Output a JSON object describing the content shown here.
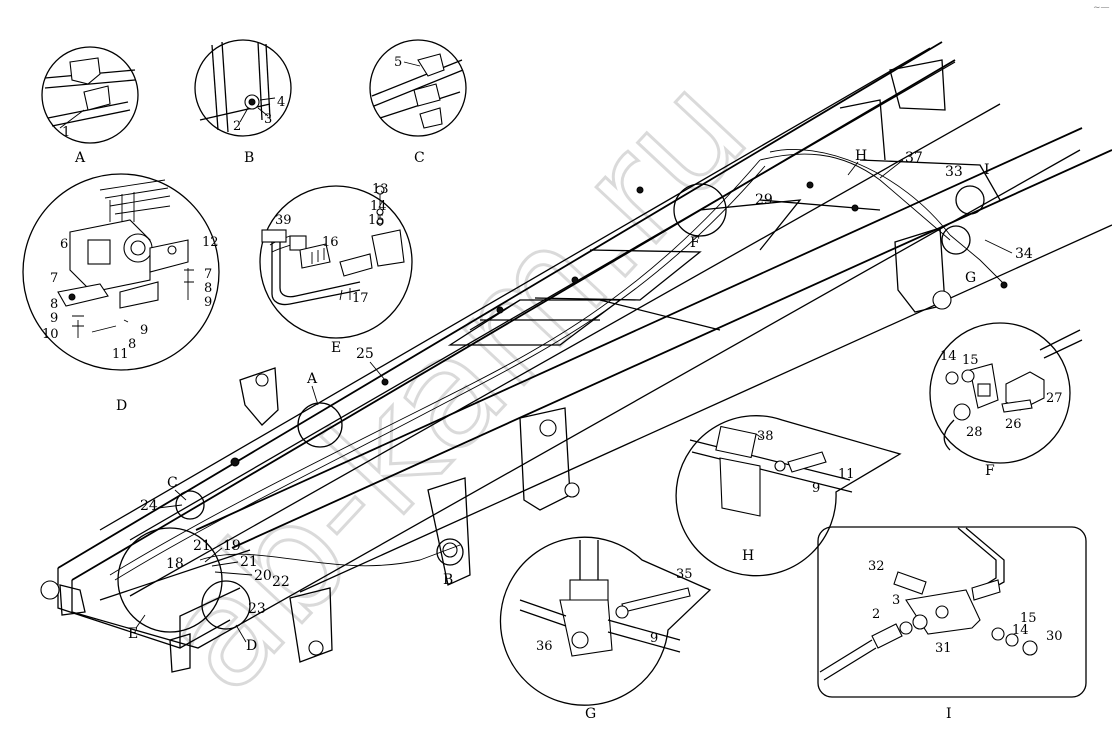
{
  "watermark": "ab-kam.ru",
  "corner_mark": "~—",
  "detail_titles": {
    "A": "A",
    "B": "B",
    "C": "C",
    "D": "D",
    "E": "E",
    "F": "F",
    "G": "G",
    "H": "H",
    "I": "I"
  },
  "main_callouts": {
    "A": "A",
    "B": "B",
    "C": "C",
    "D": "D",
    "E": "E",
    "F": "F",
    "G": "G",
    "H": "H",
    "I": "I",
    "n18": "18",
    "n19": "19",
    "n20": "20",
    "n21a": "21",
    "n21b": "21",
    "n22": "22",
    "n23": "23",
    "n24": "24",
    "n25": "25",
    "n29": "29",
    "n33": "33",
    "n34": "34",
    "n37": "37"
  },
  "detail_A": {
    "n1": "1"
  },
  "detail_B": {
    "n2": "2",
    "n3": "3",
    "n4": "4"
  },
  "detail_C": {
    "n5": "5"
  },
  "detail_D": {
    "n6": "6",
    "n7a": "7",
    "n7b": "7",
    "n8a": "8",
    "n8b": "8",
    "n8c": "8",
    "n9a": "9",
    "n9b": "9",
    "n9c": "9",
    "n10": "10",
    "n11": "11",
    "n12": "12"
  },
  "detail_E": {
    "n13": "13",
    "n14": "14",
    "n15": "15",
    "n16": "16",
    "n17": "17",
    "n39": "39"
  },
  "detail_F": {
    "n14": "14",
    "n15": "15",
    "n26": "26",
    "n27": "27",
    "n28": "28"
  },
  "detail_G": {
    "n35": "35",
    "n36": "36",
    "n9": "9"
  },
  "detail_H": {
    "n38": "38",
    "n9": "9",
    "n11": "11"
  },
  "detail_I": {
    "n2": "2",
    "n3": "3",
    "n14": "14",
    "n15": "15",
    "n30": "30",
    "n31": "31",
    "n32": "32"
  }
}
